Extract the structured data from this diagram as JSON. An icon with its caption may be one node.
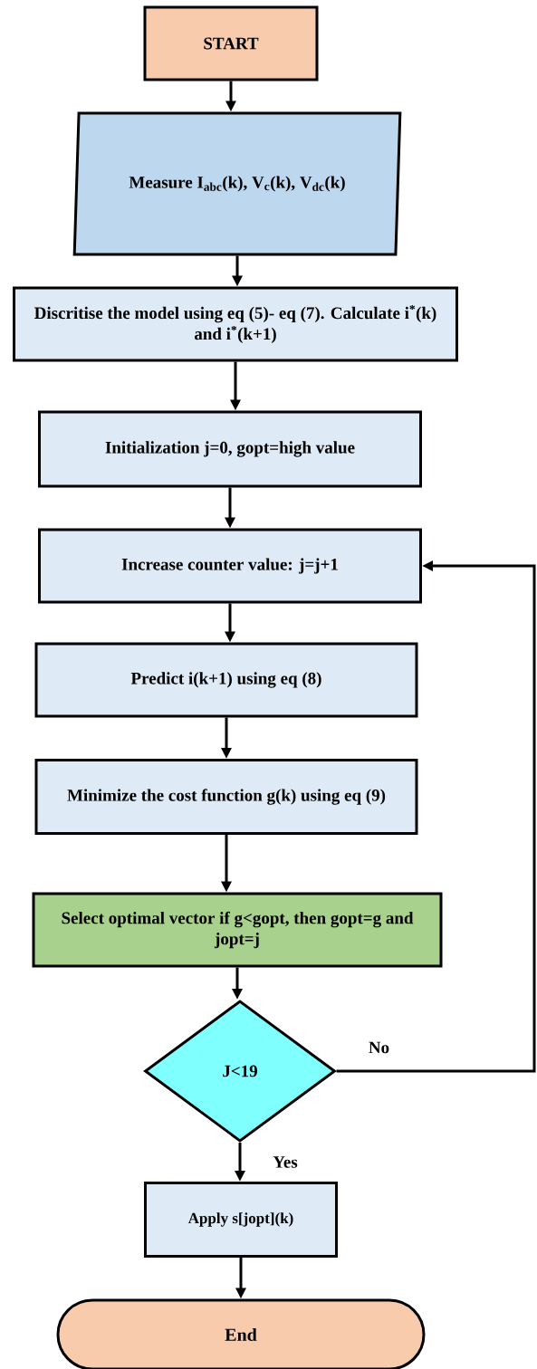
{
  "diagram": {
    "nodes": [
      {
        "text": [
          "START"
        ]
      },
      {
        "text": [
          "Measure I$_{abc}$(k), V$_{c}$(k), V$_{dc}$(k)"
        ]
      },
      {
        "text": [
          "Discritise the model using eq (5)- eq (7). Calculate i$^{*}$(k) and i$^{*}$(k+1)"
        ]
      },
      {
        "text": [
          "Initialization j=0, gopt=high value"
        ]
      },
      {
        "text": [
          "Increase counter value: j=j+1"
        ]
      },
      {
        "text": [
          "Predict i(k+1) using eq (8)"
        ]
      },
      {
        "text": [
          "Minimize the cost function g(k) using eq (9)"
        ]
      },
      {
        "text": [
          "Select optimal vector if g<gopt, then gopt=g and jopt=j"
        ]
      },
      {
        "text": [
          "J<19"
        ]
      },
      {
        "text": [
          "Apply s[jopt](k)"
        ]
      },
      {
        "text": [
          "End"
        ]
      }
    ],
    "edges": [
      {
        "from": 0,
        "to": 1,
        "arrow": "to"
      },
      {
        "from": 1,
        "to": 2,
        "arrow": "to"
      },
      {
        "from": 2,
        "to": 3,
        "arrow": "to"
      },
      {
        "from": 3,
        "to": 4,
        "arrow": "to"
      },
      {
        "from": 4,
        "to": 5,
        "arrow": "to"
      },
      {
        "from": 5,
        "to": 6,
        "arrow": "to"
      },
      {
        "from": 6,
        "to": 7,
        "arrow": "to"
      },
      {
        "from": 7,
        "to": 8,
        "arrow": "to"
      },
      {
        "from": 8,
        "to": 4,
        "arrow": "to",
        "label": "No"
      },
      {
        "from": 8,
        "to": 9,
        "arrow": "to",
        "label": "Yes"
      },
      {
        "from": 9,
        "to": 10,
        "arrow": "to"
      }
    ]
  }
}
